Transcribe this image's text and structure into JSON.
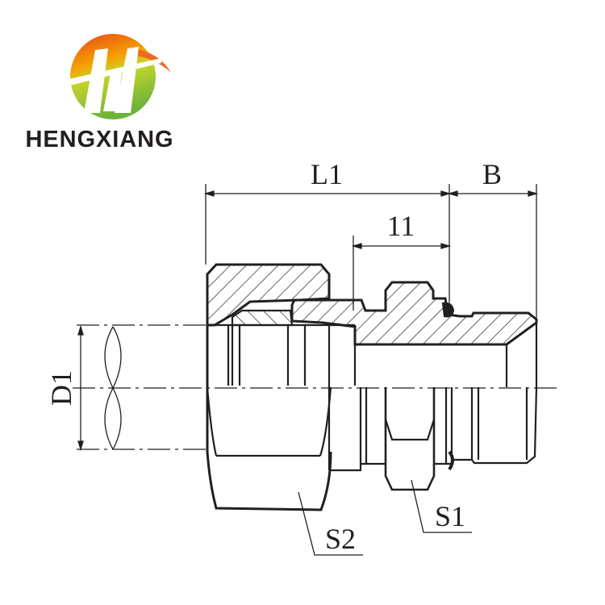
{
  "logo": {
    "brand_name": "HENGXIANG",
    "colors": {
      "top": "#e8441c",
      "mid": "#f5a300",
      "bottom": "#8cc63e"
    }
  },
  "drawing": {
    "line_color": "#231f20",
    "labels": {
      "L1": "L1",
      "B": "B",
      "l1": "11",
      "D1": "D1",
      "S1": "S1",
      "S2": "S2"
    }
  }
}
